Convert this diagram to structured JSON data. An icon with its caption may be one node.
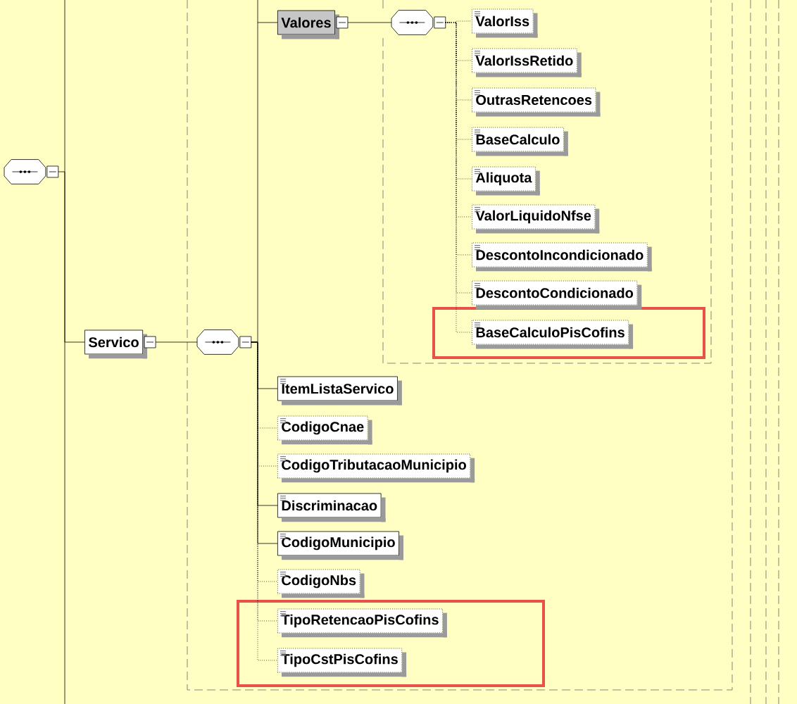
{
  "diagram": {
    "nodes": [
      {
        "text": [],
        "shape": "octagon"
      },
      {
        "text": [
          "Servico"
        ]
      },
      {
        "text": [],
        "shape": "octagon"
      },
      {
        "text": [
          "Valores"
        ]
      },
      {
        "text": [],
        "shape": "octagon"
      },
      {
        "text": [
          "ValorIss"
        ]
      },
      {
        "text": [
          "ValorIssRetido"
        ]
      },
      {
        "text": [
          "OutrasRetencoes"
        ]
      },
      {
        "text": [
          "BaseCalculo"
        ]
      },
      {
        "text": [
          "Aliquota"
        ]
      },
      {
        "text": [
          "ValorLiquidoNfse"
        ]
      },
      {
        "text": [
          "DescontoIncondicionado"
        ]
      },
      {
        "text": [
          "DescontoCondicionado"
        ]
      },
      {
        "text": [
          "BaseCalculoPisCofins"
        ]
      },
      {
        "text": [
          "ItemListaServico"
        ]
      },
      {
        "text": [
          "CodigoCnae"
        ]
      },
      {
        "text": [
          "CodigoTributacaoMunicipio"
        ]
      },
      {
        "text": [
          "Discriminacao"
        ]
      },
      {
        "text": [
          "CodigoMunicipio"
        ]
      },
      {
        "text": [
          "CodigoNbs"
        ]
      },
      {
        "text": [
          "TipoRetencaoPisCofins"
        ]
      },
      {
        "text": [
          "TipoCstPisCofins"
        ]
      }
    ],
    "edges": [
      {
        "from": 0,
        "to": 1,
        "arrow": "none"
      },
      {
        "from": 1,
        "to": 2,
        "arrow": "none"
      },
      {
        "from": 2,
        "to": 3,
        "arrow": "none"
      },
      {
        "from": 3,
        "to": 4,
        "arrow": "none"
      },
      {
        "from": 4,
        "to": 5,
        "arrow": "none",
        "style": "dashed"
      },
      {
        "from": 4,
        "to": 6,
        "arrow": "none",
        "style": "dashed"
      },
      {
        "from": 4,
        "to": 7,
        "arrow": "none",
        "style": "dashed"
      },
      {
        "from": 4,
        "to": 8,
        "arrow": "none",
        "style": "dashed"
      },
      {
        "from": 4,
        "to": 9,
        "arrow": "none",
        "style": "dashed"
      },
      {
        "from": 4,
        "to": 10,
        "arrow": "none",
        "style": "dashed"
      },
      {
        "from": 4,
        "to": 11,
        "arrow": "none",
        "style": "dashed"
      },
      {
        "from": 4,
        "to": 12,
        "arrow": "none",
        "style": "dashed"
      },
      {
        "from": 4,
        "to": 13,
        "arrow": "none",
        "style": "dashed"
      },
      {
        "from": 2,
        "to": 14,
        "arrow": "none"
      },
      {
        "from": 2,
        "to": 15,
        "arrow": "none",
        "style": "dashed"
      },
      {
        "from": 2,
        "to": 16,
        "arrow": "none",
        "style": "dashed"
      },
      {
        "from": 2,
        "to": 17,
        "arrow": "none"
      },
      {
        "from": 2,
        "to": 18,
        "arrow": "none"
      },
      {
        "from": 2,
        "to": 19,
        "arrow": "none",
        "style": "dashed"
      },
      {
        "from": 2,
        "to": 20,
        "arrow": "none",
        "style": "dashed"
      },
      {
        "from": 2,
        "to": 21,
        "arrow": "none",
        "style": "dashed"
      }
    ]
  }
}
